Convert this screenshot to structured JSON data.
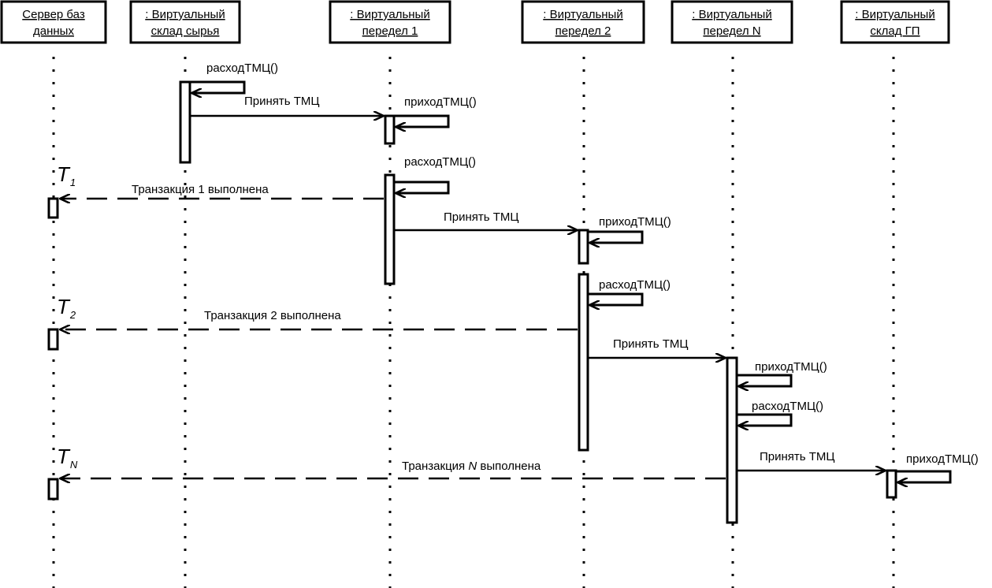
{
  "participants": [
    {
      "id": "db",
      "line1": "Сервер баз",
      "line2": "данных"
    },
    {
      "id": "raw",
      "line1": ": Виртуальный",
      "line2": "склад сырья"
    },
    {
      "id": "p1",
      "line1": ": Виртуальный",
      "line2": "передел 1"
    },
    {
      "id": "p2",
      "line1": ": Виртуальный",
      "line2": "передел 2"
    },
    {
      "id": "pn",
      "line1": ": Виртуальный",
      "line2": "передел N"
    },
    {
      "id": "gp",
      "line1": ": Виртуальный",
      "line2": "склад ГП"
    }
  ],
  "messages": {
    "raw_out": "расходТМЦ()",
    "accept_1": "Принять ТМЦ",
    "p1_in": "приходТМЦ()",
    "p1_out": "расходТМЦ()",
    "tx_1": "Транзакция 1 выполнена",
    "accept_2": "Принять ТМЦ",
    "p2_in": "приходТМЦ()",
    "p2_out": "расходТМЦ()",
    "tx_2": "Транзакция 2 выполнена",
    "accept_n": "Принять ТМЦ",
    "pn_in": "приходТМЦ()",
    "pn_out": "расходТМЦ()",
    "tx_n_pre": "Транзакция ",
    "tx_n_var": "N",
    "tx_n_post": " выполнена",
    "accept_gp": "Принять ТМЦ",
    "gp_in": "приходТМЦ()"
  },
  "timestamps": [
    {
      "main": "T",
      "sub": "1"
    },
    {
      "main": "T",
      "sub": "2"
    },
    {
      "main": "T",
      "sub": "N"
    }
  ]
}
